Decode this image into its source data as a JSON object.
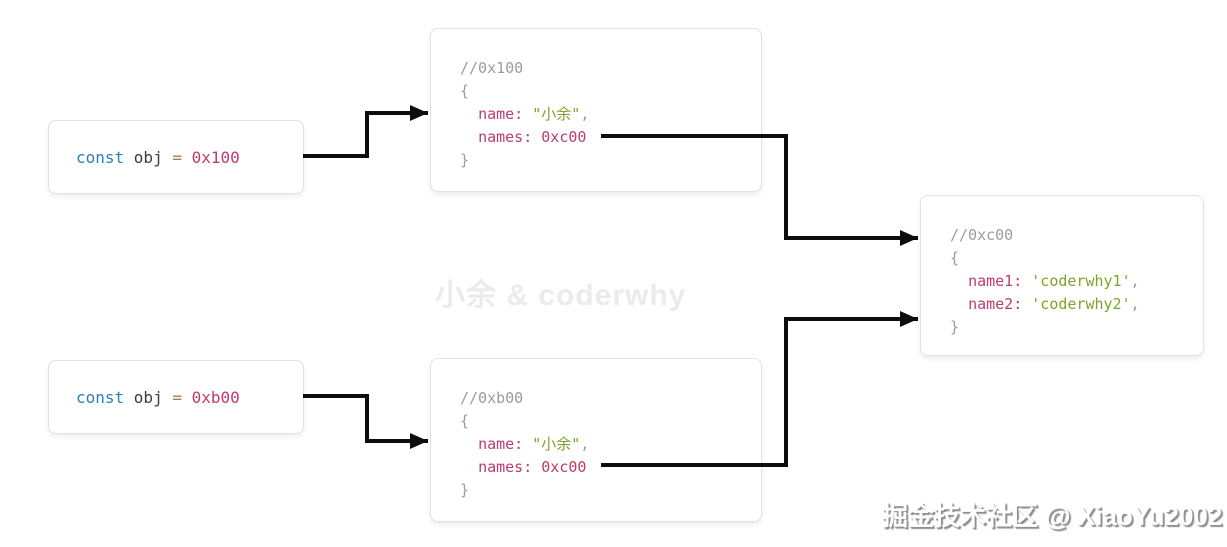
{
  "colors": {
    "keyword": "#2d7fb8",
    "variable": "#3a3a3a",
    "operator": "#a6794e",
    "number": "#c03a6e",
    "property": "#c03a6e",
    "string": "#7da428",
    "punct": "#9b9b9b",
    "comment": "#9b9b9b",
    "arrow": "#0d0d0d",
    "box_border": "#e2e2e2",
    "watermark": "#ebebeb"
  },
  "watermark": {
    "center_text": "小余 & coderwhy",
    "credit_text": "掘金技术社区 @ XiaoYu2002"
  },
  "code_boxes": {
    "var1": {
      "label": "const obj = 0x100",
      "lines": [
        [
          {
            "t": "const ",
            "c": "keyword"
          },
          {
            "t": "obj ",
            "c": "variable"
          },
          {
            "t": "= ",
            "c": "operator"
          },
          {
            "t": "0x100",
            "c": "number"
          }
        ]
      ]
    },
    "heap1": {
      "label": "object at 0x100",
      "lines": [
        [
          {
            "t": "//0x100",
            "c": "comment"
          }
        ],
        [
          {
            "t": "{",
            "c": "punct"
          }
        ],
        [
          {
            "t": "  ",
            "c": "punct"
          },
          {
            "t": "name: ",
            "c": "property"
          },
          {
            "t": "\"小余\"",
            "c": "string"
          },
          {
            "t": ",",
            "c": "punct"
          }
        ],
        [
          {
            "t": "  ",
            "c": "punct"
          },
          {
            "t": "names: ",
            "c": "property"
          },
          {
            "t": "0xc00",
            "c": "number"
          }
        ],
        [
          {
            "t": "}",
            "c": "punct"
          }
        ]
      ]
    },
    "ref": {
      "label": "object at 0xc00",
      "lines": [
        [
          {
            "t": "//0xc00",
            "c": "comment"
          }
        ],
        [
          {
            "t": "{",
            "c": "punct"
          }
        ],
        [
          {
            "t": "  ",
            "c": "punct"
          },
          {
            "t": "name1: ",
            "c": "property"
          },
          {
            "t": "'coderwhy1'",
            "c": "string"
          },
          {
            "t": ",",
            "c": "punct"
          }
        ],
        [
          {
            "t": "  ",
            "c": "punct"
          },
          {
            "t": "name2: ",
            "c": "property"
          },
          {
            "t": "'coderwhy2'",
            "c": "string"
          },
          {
            "t": ",",
            "c": "punct"
          }
        ],
        [
          {
            "t": "}",
            "c": "punct"
          }
        ]
      ]
    },
    "var2": {
      "label": "const obj = 0xb00",
      "lines": [
        [
          {
            "t": "const ",
            "c": "keyword"
          },
          {
            "t": "obj ",
            "c": "variable"
          },
          {
            "t": "= ",
            "c": "operator"
          },
          {
            "t": "0xb00",
            "c": "number"
          }
        ]
      ]
    },
    "heap2": {
      "label": "object at 0xb00",
      "lines": [
        [
          {
            "t": "//0xb00",
            "c": "comment"
          }
        ],
        [
          {
            "t": "{",
            "c": "punct"
          }
        ],
        [
          {
            "t": "  ",
            "c": "punct"
          },
          {
            "t": "name: ",
            "c": "property"
          },
          {
            "t": "\"小余\"",
            "c": "string"
          },
          {
            "t": ",",
            "c": "punct"
          }
        ],
        [
          {
            "t": "  ",
            "c": "punct"
          },
          {
            "t": "names: ",
            "c": "property"
          },
          {
            "t": "0xc00",
            "c": "number"
          }
        ],
        [
          {
            "t": "}",
            "c": "punct"
          }
        ]
      ]
    }
  }
}
